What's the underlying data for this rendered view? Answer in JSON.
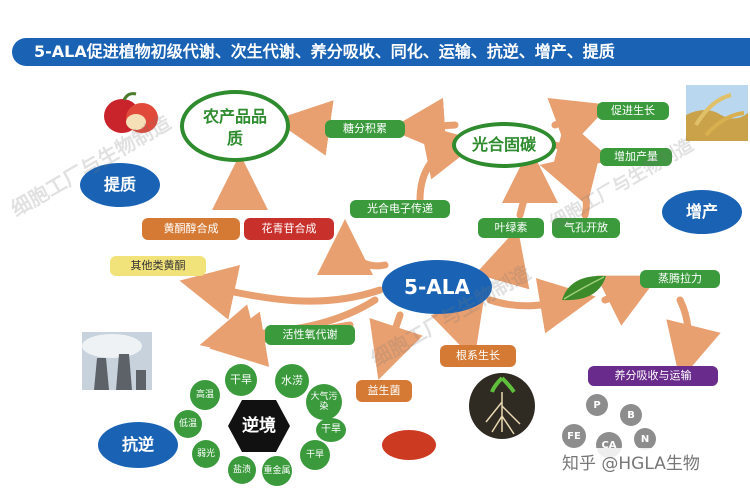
{
  "banner": "5-ALA促进植物初级代谢、次生代谢、养分吸收、同化、运输、抗逆、增产、提质",
  "center": "5-ALA",
  "nodes": {
    "ag_quality": "农产品品质",
    "sugar": "糖分积累",
    "photosynthesis": "光合固碳",
    "promote_growth": "促进生长",
    "increase_yield": "增加产量",
    "electron": "光合电子传递",
    "chlorophyll": "叶绿素",
    "stomata": "气孔开放",
    "flavonoid": "黄酮醇合成",
    "anthocyanin": "花青苷合成",
    "other_flavonoid": "其他类黄酮",
    "ros": "活性氧代谢",
    "root": "根系生长",
    "beneficial": "益生菌",
    "transpiration": "蒸腾拉力",
    "nutrient": "养分吸收与运输",
    "stress": "逆境"
  },
  "labels": {
    "quality": "提质",
    "yield": "增产",
    "resistance": "抗逆"
  },
  "stress_items": [
    "高温",
    "干旱",
    "水涝",
    "大气污染",
    "低温",
    "弱光",
    "盐渍",
    "重金属",
    "干旱"
  ],
  "nutrients": [
    "P",
    "B",
    "FE",
    "CA",
    "N"
  ],
  "watermarks": [
    "细胞工厂与生物制造",
    "细胞工厂与生物制造",
    "细胞工厂与生物制造"
  ],
  "credit": "知乎 @HGLA生物",
  "colors": {
    "banner": "#1a63b4",
    "green": "#3a9a3c",
    "purple": "#6a2c8c",
    "orange": "#d47a34",
    "arrow": "#e9a070"
  }
}
